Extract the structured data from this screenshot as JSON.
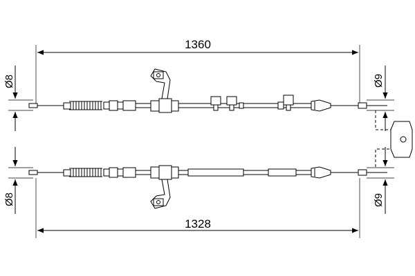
{
  "top_cable": {
    "length_label": "1360",
    "left_end_label": "Ø8",
    "right_end_label": "Ø9"
  },
  "bottom_cable": {
    "length_label": "1328",
    "left_end_label": "Ø8",
    "right_end_label": "Ø9"
  }
}
